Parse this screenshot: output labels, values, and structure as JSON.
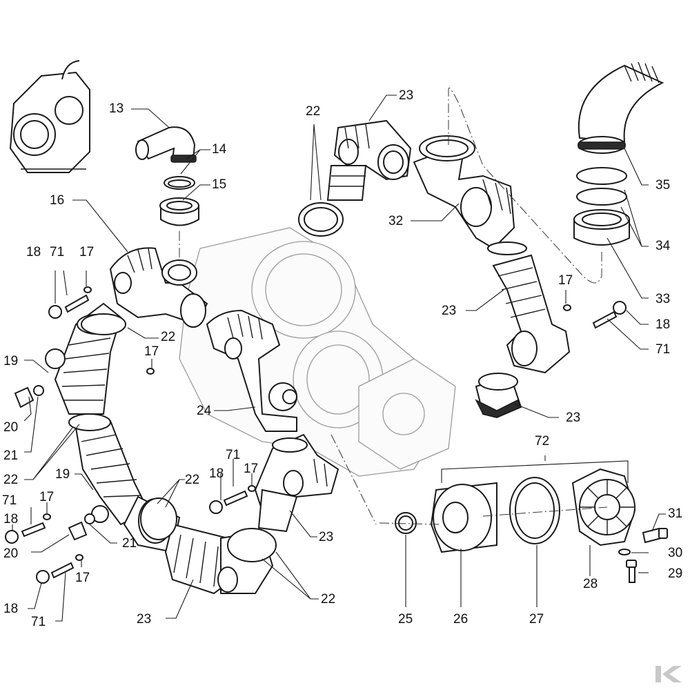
{
  "diagram": {
    "callouts": [
      {
        "id": "c13",
        "text": "13"
      },
      {
        "id": "c14",
        "text": "14"
      },
      {
        "id": "c15",
        "text": "15"
      },
      {
        "id": "c16",
        "text": "16"
      },
      {
        "id": "c18a",
        "text": "18"
      },
      {
        "id": "c71a",
        "text": "71"
      },
      {
        "id": "c17a",
        "text": "17"
      },
      {
        "id": "c22a",
        "text": "22"
      },
      {
        "id": "c23a",
        "text": "23"
      },
      {
        "id": "c32",
        "text": "32"
      },
      {
        "id": "c35",
        "text": "35"
      },
      {
        "id": "c34",
        "text": "34"
      },
      {
        "id": "c33",
        "text": "33"
      },
      {
        "id": "c17b",
        "text": "17"
      },
      {
        "id": "c23b",
        "text": "23"
      },
      {
        "id": "c18b",
        "text": "18"
      },
      {
        "id": "c71b",
        "text": "71"
      },
      {
        "id": "c22b",
        "text": "22"
      },
      {
        "id": "c19a",
        "text": "19"
      },
      {
        "id": "c17c",
        "text": "17"
      },
      {
        "id": "c20a",
        "text": "20"
      },
      {
        "id": "c21a",
        "text": "21"
      },
      {
        "id": "c24",
        "text": "24"
      },
      {
        "id": "c23c",
        "text": "23"
      },
      {
        "id": "c22c",
        "text": "22"
      },
      {
        "id": "c72",
        "text": "72"
      },
      {
        "id": "c19b",
        "text": "19"
      },
      {
        "id": "c22d",
        "text": "22"
      },
      {
        "id": "c71c",
        "text": "71"
      },
      {
        "id": "c17d",
        "text": "17"
      },
      {
        "id": "c18c",
        "text": "18"
      },
      {
        "id": "c71d",
        "text": "71"
      },
      {
        "id": "c17e",
        "text": "17"
      },
      {
        "id": "c18d",
        "text": "18"
      },
      {
        "id": "c20b",
        "text": "20"
      },
      {
        "id": "c21b",
        "text": "21"
      },
      {
        "id": "c17f",
        "text": "17"
      },
      {
        "id": "c23d",
        "text": "23"
      },
      {
        "id": "c31",
        "text": "31"
      },
      {
        "id": "c30",
        "text": "30"
      },
      {
        "id": "c29",
        "text": "29"
      },
      {
        "id": "c28",
        "text": "28"
      },
      {
        "id": "c18e",
        "text": "18"
      },
      {
        "id": "c71e",
        "text": "71"
      },
      {
        "id": "c23e",
        "text": "23"
      },
      {
        "id": "c22e",
        "text": "22"
      },
      {
        "id": "c25",
        "text": "25"
      },
      {
        "id": "c26",
        "text": "26"
      },
      {
        "id": "c27",
        "text": "27"
      }
    ]
  },
  "colors": {
    "line": "#1a1a1a",
    "background": "#ffffff",
    "ghost": "#9a9a9a",
    "brand": "#c8c8c8"
  },
  "icons": {
    "brand": "brand-k-logo-icon"
  }
}
